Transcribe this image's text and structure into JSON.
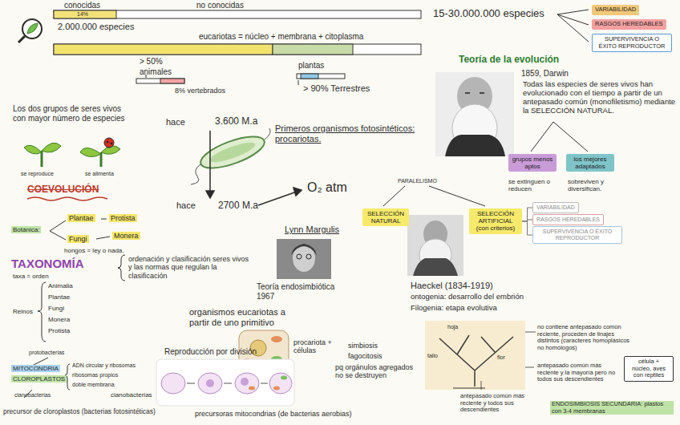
{
  "diagram": {
    "nodes": [
      {
        "text": [
          "VARIABILIDAD"
        ]
      },
      {
        "text": [
          "RASGOS HEREDABLES"
        ]
      },
      {
        "text": [
          "SUPERVIVENCIA O ÉXITO REPRODUCTOR"
        ]
      },
      {
        "text": [
          "grupos menos aptos"
        ]
      },
      {
        "text": [
          "los mejores adaptados"
        ]
      },
      {
        "text": [
          "SELECCIÓN NATURAL"
        ]
      },
      {
        "text": [
          "SELECCIÓN ARTIFICIAL",
          "(con criterios)"
        ]
      },
      {
        "text": [
          "VARIABILIDAD"
        ]
      },
      {
        "text": [
          "RASGOS HEREDABLES"
        ]
      },
      {
        "text": [
          "SUPERVIVENCIA O ÉXITO REPRODUCTOR"
        ]
      },
      {
        "text": [
          "célula + núcleo, aves con reptiles"
        ]
      }
    ],
    "edges": [
      {
        "from": 6,
        "to": 7,
        "arrow": "none"
      },
      {
        "from": 6,
        "to": 8,
        "arrow": "none"
      },
      {
        "from": 6,
        "to": 9,
        "arrow": "none"
      }
    ],
    "labels": [
      "conocidas",
      "14%",
      "no conocidas",
      "2.000.000 especies",
      "15-30.000.000 especies",
      "eucariotas = núcleo + membrana + citoplasma",
      "> 50%",
      "animales",
      "8% vertebrados",
      "plantas",
      "> 90% Terrestres",
      "Teoría de la evolución",
      "1859, Darwin",
      "Todas las especies de seres vivos han evolucionado con el tiempo a partir de un antepasado común (monofiletismo) mediante la SELECCIÓN NATURAL.",
      "se extinguen o reducen",
      "sobreviven y diversifican.",
      "Los dos grupos de seres vivos con mayor número de especies",
      "se reproduce",
      "se alimenta",
      "COEVOLUCIÓN",
      "hace",
      "3.600 M.a",
      "Primeros organismos fotosintéticos: procariotas.",
      "hace",
      "2700 M.a",
      "O₂ atm",
      "Botánica:",
      "Plantae",
      "Protista",
      "Fungi",
      "Monera",
      "hongos = ley o nada.",
      "TAXONOMÍA",
      "taxa = orden",
      "Reinos",
      "Animalia",
      "Plantae",
      "Fungi",
      "Monera",
      "Protista",
      "ordenación y clasificación seres vivos y las normas que regulan la clasificación",
      "Lynn Margulis",
      "Teoría endosimbiótica 1967",
      "organismos eucariotas a partir de uno primitivo",
      "procariota + células",
      "simbiosis",
      "fagocitosis",
      "pq orgánulos agregados no se destruyen",
      "protobacterias",
      "MITOCONDRIA",
      "CLOROPLASTOS",
      "cianobacterias",
      "ADN circular y ribosomas",
      "ribosomas propios",
      "doble membrana",
      "cianobacterias",
      "precursor de cloroplastos (bacterias fotosintéticas)",
      "Reproducción por división",
      "precursoras mitocondrias (de bacterias aerobias)",
      "PARALELISMO",
      "Haeckel (1834-1919)",
      "ontogenia: desarrollo del embrión",
      "Filogenia: etapa evolutiva",
      "hoja",
      "tallo",
      "flor",
      "no contiene antepasado común reciente, proceden de linajes distintos (caracteres homoplásicos no homólogos)",
      "antepasado común más reciente y la mayoría pero no todos sus descendientes",
      "antepasado común más reciente y todos sus descendientes",
      "ENDOSIMBIOSIS SECUNDARIA: plastos con 3-4 membranas"
    ]
  }
}
